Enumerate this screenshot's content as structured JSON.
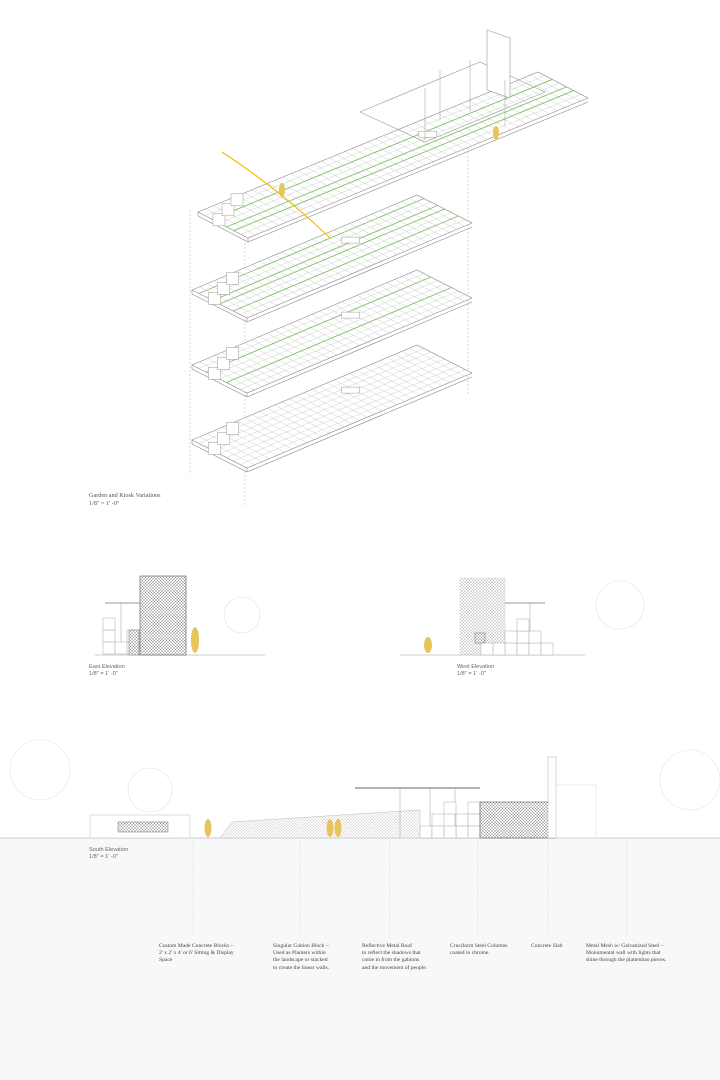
{
  "axon": {
    "title": "Garden and Kiosk Variations",
    "scale": "1/8\" = 1' -0\""
  },
  "east": {
    "title": "East Elevation",
    "scale": "1/8\" = 1' -0\""
  },
  "west": {
    "title": "West Elevation",
    "scale": "1/8\" = 1' -0\""
  },
  "south": {
    "title": "South Elevation",
    "scale": "1/8\" = 1' -0\""
  },
  "notes": [
    {
      "lines": [
        "Custom Made Concrete Blocks –",
        "2' x 2' x 4' or 6' Sitting & Display",
        "Space"
      ]
    },
    {
      "lines": [
        "Singular Gabion Block –",
        "Used as Planters within",
        "the landscape or stacked",
        "to create the linear walls."
      ]
    },
    {
      "lines": [
        "Reflective Metal Roof",
        "to reflect the shadows that",
        "come in from the gabions",
        "and the movement of people."
      ]
    },
    {
      "lines": [
        "Cruciform Steel Columns",
        "coated in chrome"
      ]
    },
    {
      "lines": [
        "Concrete Slab"
      ]
    },
    {
      "lines": [
        "Metal Mesh w/ Galvanized Steel –",
        "Monumental wall with lights that",
        "shine through the plattenbau pieces."
      ]
    }
  ],
  "colors": {
    "line": "#9a9a9a",
    "green": "#7fbf6a",
    "figure": "#e8c55a",
    "ground": "#f7f8fa"
  }
}
